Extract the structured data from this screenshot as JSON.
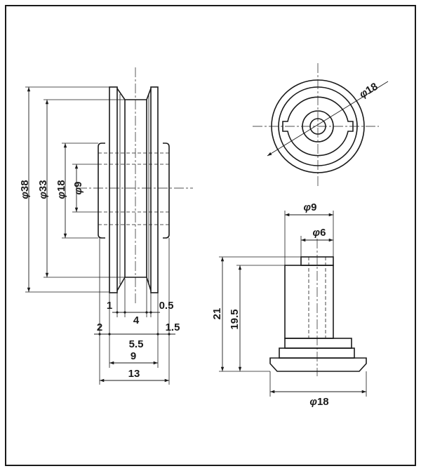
{
  "side_view": {
    "diameters": [
      {
        "sym": "φ",
        "num": "38"
      },
      {
        "sym": "φ",
        "num": "33"
      },
      {
        "sym": "φ",
        "num": "18"
      },
      {
        "sym": "φ",
        "num": "9"
      }
    ],
    "widths": {
      "w1": "1",
      "w4": "4",
      "w05": "0.5",
      "w2": "2",
      "w15": "1.5",
      "w55": "5.5",
      "w9": "9",
      "w13": "13"
    }
  },
  "front_view": {
    "dia18": {
      "sym": "φ",
      "num": "18"
    }
  },
  "axle_view": {
    "dia9": {
      "sym": "φ",
      "num": "9"
    },
    "dia6": {
      "sym": "φ",
      "num": "6"
    },
    "dia18": {
      "sym": "φ",
      "num": "18"
    },
    "h21": "21",
    "h195": "19.5"
  }
}
